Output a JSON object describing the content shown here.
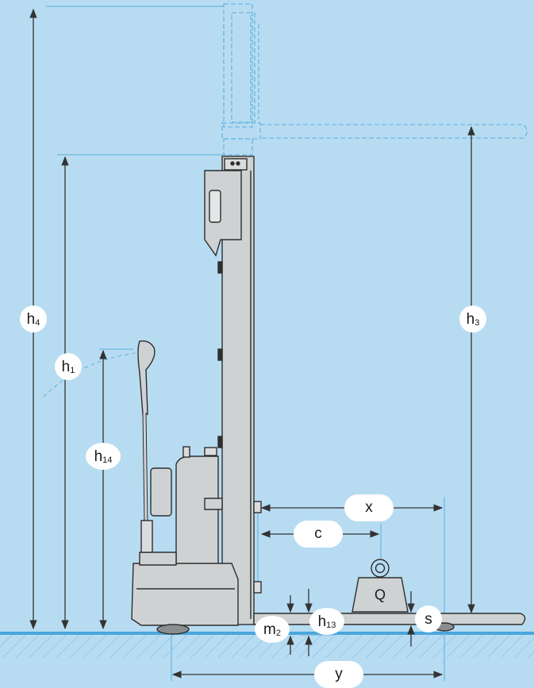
{
  "labels": {
    "h4": {
      "base": "h",
      "sub": "4"
    },
    "h1": {
      "base": "h",
      "sub": "1"
    },
    "h14": {
      "base": "h",
      "sub": "14"
    },
    "h3": {
      "base": "h",
      "sub": "3"
    },
    "h13": {
      "base": "h",
      "sub": "13"
    },
    "m2": {
      "base": "m",
      "sub": "2"
    },
    "x": "x",
    "c": "c",
    "y": "y",
    "s": "s",
    "q": "Q"
  },
  "colors": {
    "background": "#b7dcf2",
    "line": "#6bb6e0",
    "dim": "#333333",
    "body": "#cfd2d3",
    "outline": "#2e2e2e",
    "floor": "#4aa6dc"
  }
}
